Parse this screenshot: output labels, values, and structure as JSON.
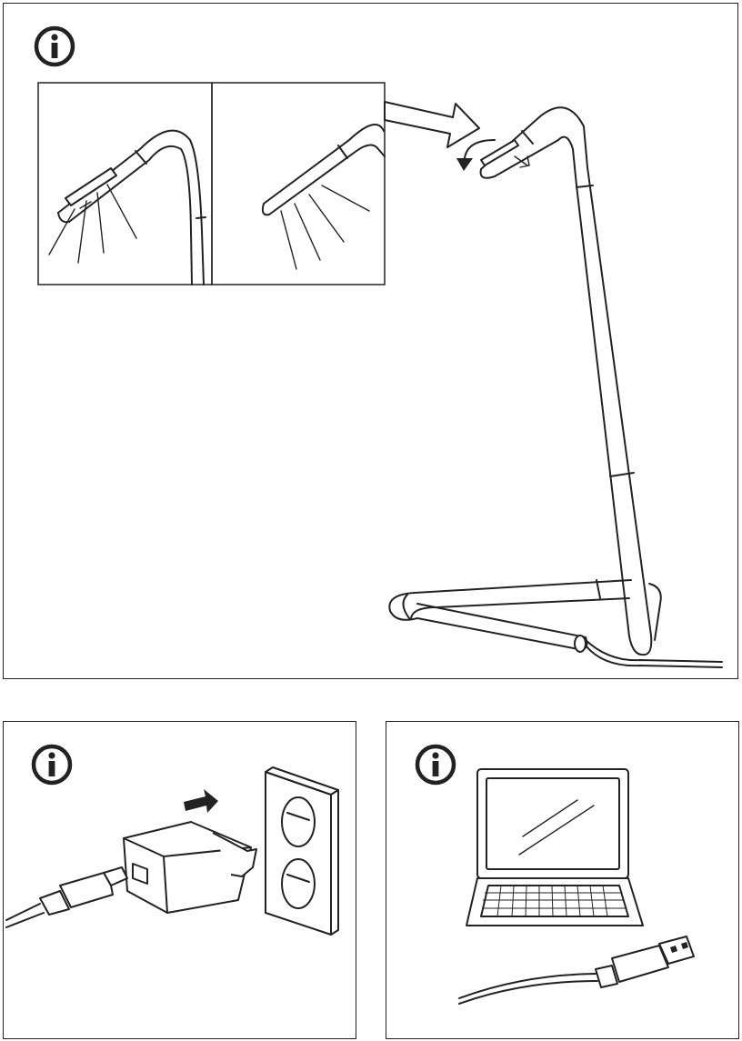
{
  "panels": [
    {
      "id": "lamp-adjustment",
      "icon": "info-icon"
    },
    {
      "id": "usb-wall-adapter",
      "icon": "info-icon"
    },
    {
      "id": "usb-laptop",
      "icon": "info-icon"
    }
  ],
  "colors": {
    "line": "#222222",
    "background": "#ffffff"
  }
}
